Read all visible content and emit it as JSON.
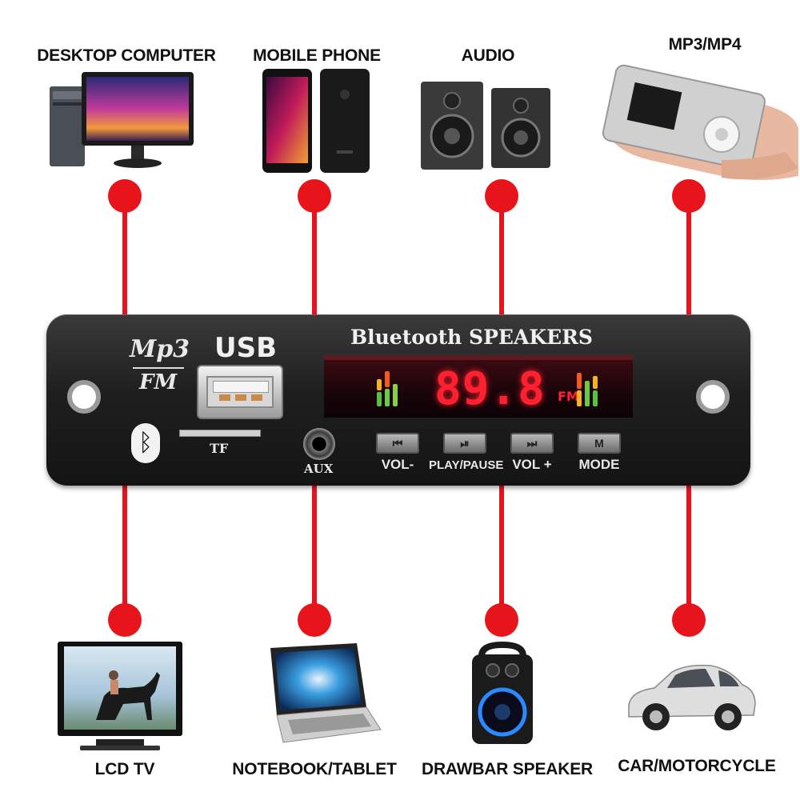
{
  "top_devices": [
    {
      "label": "DESKTOP COMPUTER"
    },
    {
      "label": "MOBILE PHONE"
    },
    {
      "label": "AUDIO"
    },
    {
      "label": "MP3/MP4"
    }
  ],
  "bottom_devices": [
    {
      "label": "LCD TV"
    },
    {
      "label": "NOTEBOOK/TABLET"
    },
    {
      "label": "DRAWBAR SPEAKER"
    },
    {
      "label": "CAR/MOTORCYCLE"
    }
  ],
  "panel": {
    "logo_top": "Mp3",
    "logo_bottom": "FM",
    "usb_label": "USB",
    "tf_label": "TF",
    "aux_label": "AUX",
    "bluetooth_symbol": "ᛒ",
    "title": "Bluetooth SPEAKERS",
    "display_frequency": "89.8",
    "display_unit": "FM",
    "buttons": [
      {
        "icon": "⏮",
        "label": "VOL-"
      },
      {
        "icon": "⏯",
        "label": "PLAY/PAUSE"
      },
      {
        "icon": "⏭",
        "label": "VOL +"
      },
      {
        "icon": "M",
        "label": "MODE"
      }
    ]
  },
  "colors": {
    "connector": "#e8141c",
    "display_digits": "#ff2030",
    "panel": "#1f1f1f"
  }
}
